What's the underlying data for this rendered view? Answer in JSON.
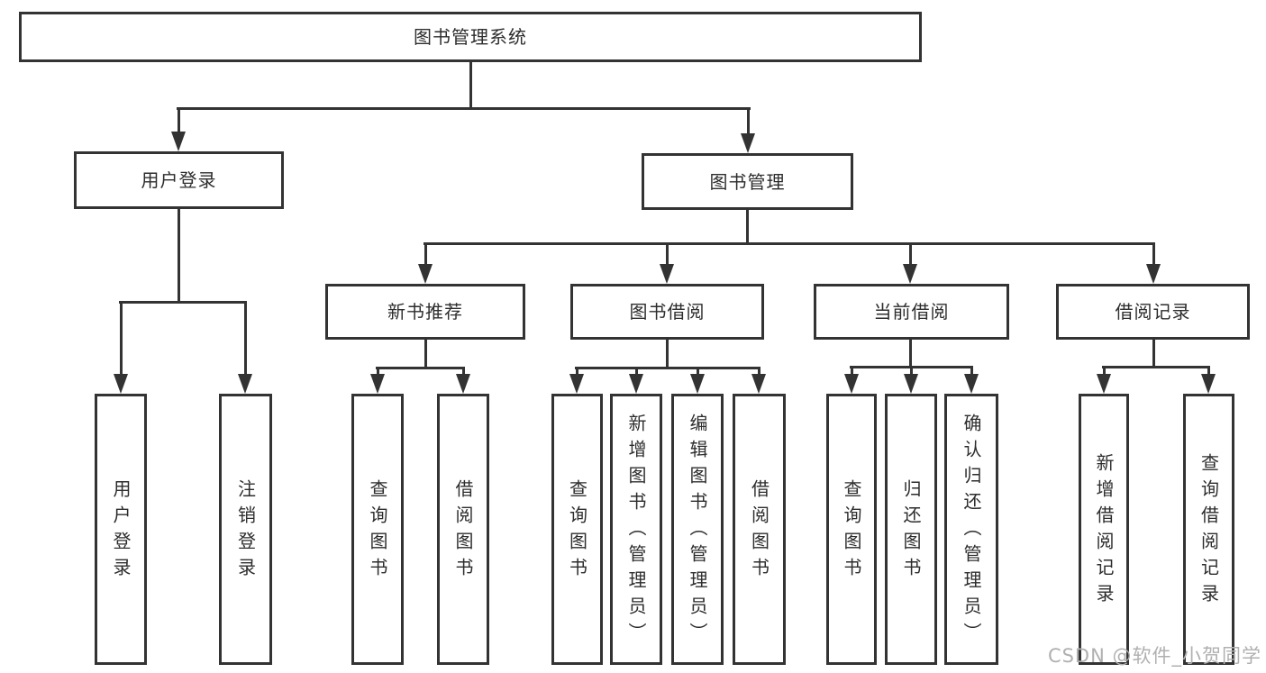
{
  "colors": {
    "line": "#333333",
    "text": "#2d2d2d",
    "watermark": "#b0b0b0",
    "background": "#ffffff"
  },
  "watermark": "CSDN @软件_小贺同学",
  "tree": {
    "label": "图书管理系统",
    "children": [
      {
        "label": "用户登录",
        "children": [
          {
            "label": "用户登录"
          },
          {
            "label": "注销登录"
          }
        ]
      },
      {
        "label": "图书管理",
        "children": [
          {
            "label": "新书推荐",
            "children": [
              {
                "label": "查询图书"
              },
              {
                "label": "借阅图书"
              }
            ]
          },
          {
            "label": "图书借阅",
            "children": [
              {
                "label": "查询图书"
              },
              {
                "label": "新增图书（管理员）"
              },
              {
                "label": "编辑图书（管理员）"
              },
              {
                "label": "借阅图书"
              }
            ]
          },
          {
            "label": "当前借阅",
            "children": [
              {
                "label": "查询图书"
              },
              {
                "label": "归还图书"
              },
              {
                "label": "确认归还（管理员）"
              }
            ]
          },
          {
            "label": "借阅记录",
            "children": [
              {
                "label": "新增借阅记录"
              },
              {
                "label": "查询借阅记录"
              }
            ]
          }
        ]
      }
    ]
  }
}
